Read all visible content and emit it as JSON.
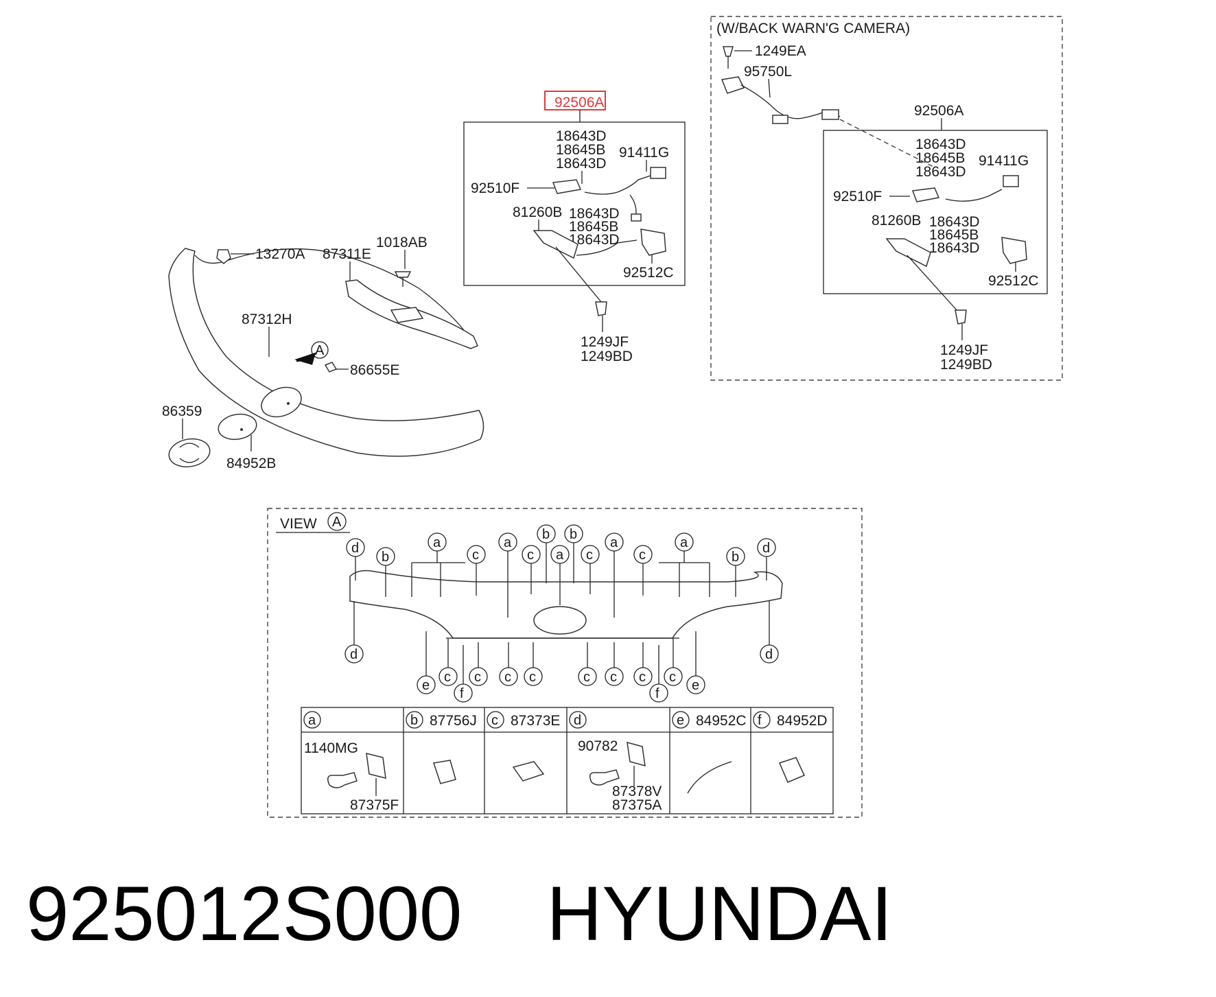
{
  "colors": {
    "highlight": "#e03a3a",
    "line": "#222222"
  },
  "highlight_label": "92506A",
  "main_assembly": {
    "box_title": "92506A",
    "labels": [
      "18643D",
      "18645B",
      "18643D",
      "91411G",
      "92510F",
      "81260B",
      "18643D",
      "18645B",
      "18643D",
      "92512C"
    ],
    "screws": [
      "1249JF",
      "1249BD"
    ]
  },
  "camera_option": {
    "title": "(W/BACK WARN'G CAMERA)",
    "top_labels": [
      "1249EA",
      "95750L"
    ],
    "box_title": "92506A",
    "labels": [
      "18643D",
      "18645B",
      "18643D",
      "91411G",
      "92510F",
      "81260B",
      "18643D",
      "18645B",
      "18643D",
      "92512C"
    ],
    "screws": [
      "1249JF",
      "1249BD"
    ]
  },
  "garnish": {
    "labels": [
      "13270A",
      "87311E",
      "1018AB",
      "87312H",
      "A",
      "86655E",
      "86359",
      "84952B"
    ]
  },
  "view_a": {
    "title": "VIEW",
    "view_mark": "A",
    "top_callouts": [
      "d",
      "b",
      "a",
      "c",
      "a",
      "c",
      "b",
      "a",
      "b",
      "c",
      "a",
      "c",
      "a",
      "b",
      "d"
    ],
    "bottom_callouts": [
      "d",
      "e",
      "c",
      "f",
      "c",
      "c",
      "c",
      "c",
      "c",
      "c",
      "f",
      "c",
      "e",
      "d"
    ],
    "legend": [
      {
        "key": "a",
        "code": "",
        "parts": [
          "1140MG",
          "87375F"
        ]
      },
      {
        "key": "b",
        "code": "87756J",
        "parts": []
      },
      {
        "key": "c",
        "code": "87373E",
        "parts": []
      },
      {
        "key": "d",
        "code": "",
        "parts": [
          "90782",
          "87378V",
          "87375A"
        ]
      },
      {
        "key": "e",
        "code": "84952C",
        "parts": []
      },
      {
        "key": "f",
        "code": "84952D",
        "parts": []
      }
    ]
  },
  "caption": {
    "part_number": "925012S000",
    "brand": "HYUNDAI"
  }
}
